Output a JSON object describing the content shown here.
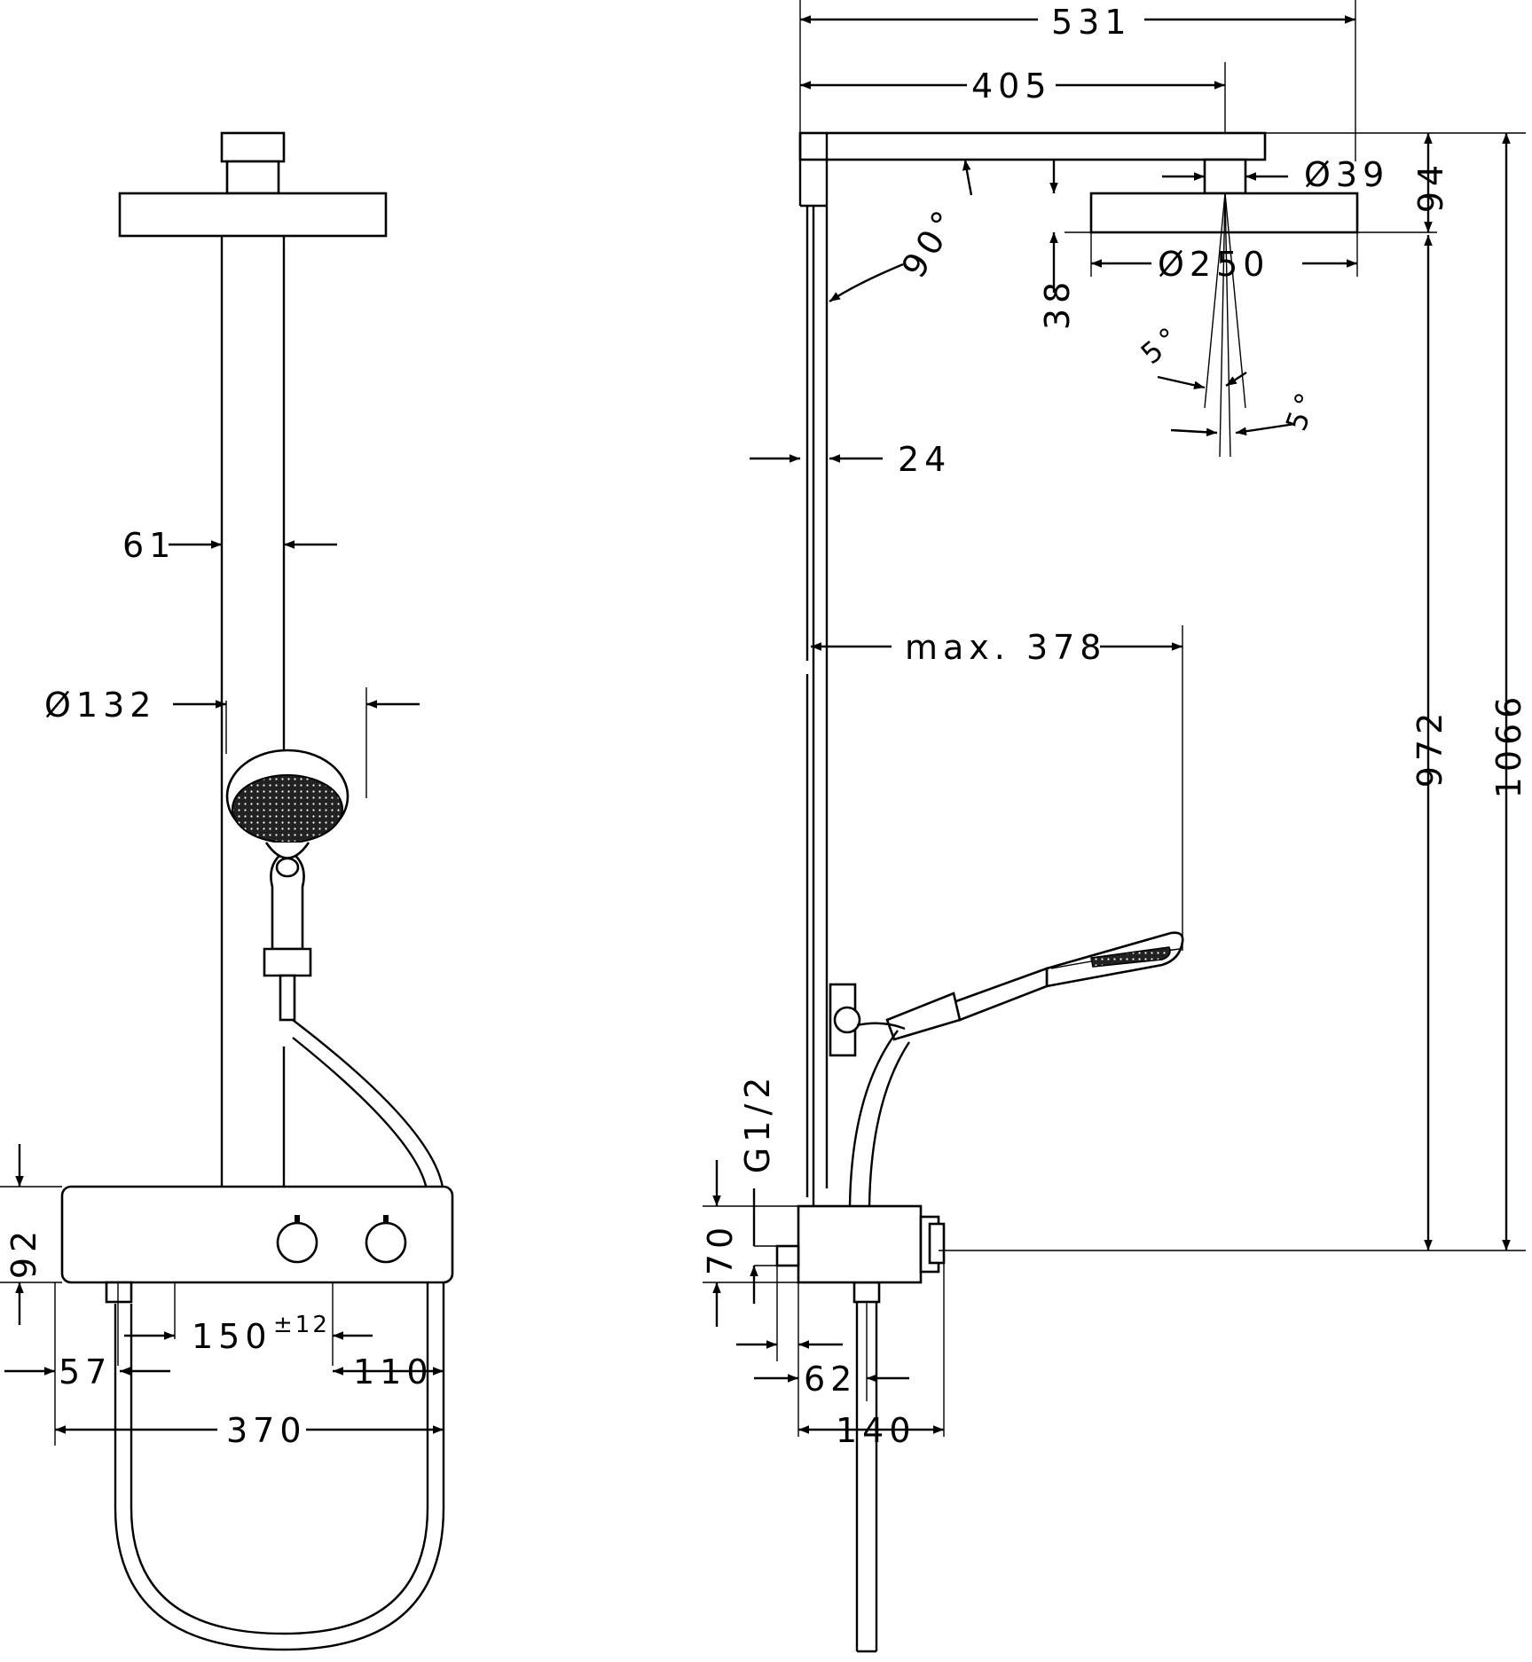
{
  "front_view": {
    "dims": {
      "pipe_width": "61",
      "hand_shower_dia": "Ø132",
      "thermostat_height": "92",
      "outlet_spacing": "150",
      "outlet_spacing_tol": "±12",
      "left_offset": "57",
      "right_offset": "110",
      "total_width": "370"
    }
  },
  "side_view": {
    "dims": {
      "arm_total": "531",
      "arm_to_head": "405",
      "head_connector_dia": "Ø39",
      "head_dia": "Ø250",
      "head_height": "94",
      "head_thickness": "38",
      "arm_angle": "90°",
      "spray_angle_1": "5°",
      "spray_angle_2": "5°",
      "pipe_depth": "24",
      "hand_shower_reach": "max. 378",
      "connection": "G1/2",
      "inlet_offset": "70",
      "inlet_spacing": "62",
      "thermostat_depth": "140",
      "height_outlet": "972",
      "height_total": "1066"
    }
  }
}
